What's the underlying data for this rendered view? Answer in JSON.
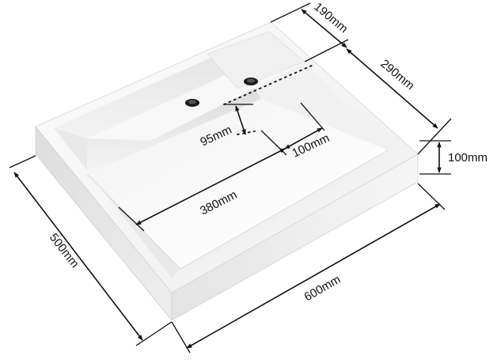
{
  "dimensions": {
    "d190": "190mm",
    "d290": "290mm",
    "d100_height": "100mm",
    "d95": "95mm",
    "d100_inner": "100mm",
    "d380": "380mm",
    "d500": "500mm",
    "d600": "600mm"
  },
  "colors": {
    "line": "#111111",
    "basin_shadow": "#c9c9c9",
    "basin_mid": "#e6e6e6",
    "basin_light": "#f7f7f7"
  },
  "icons": {
    "tap_hole": "tap-hole-icon",
    "drain_hole": "drain-hole-icon"
  }
}
